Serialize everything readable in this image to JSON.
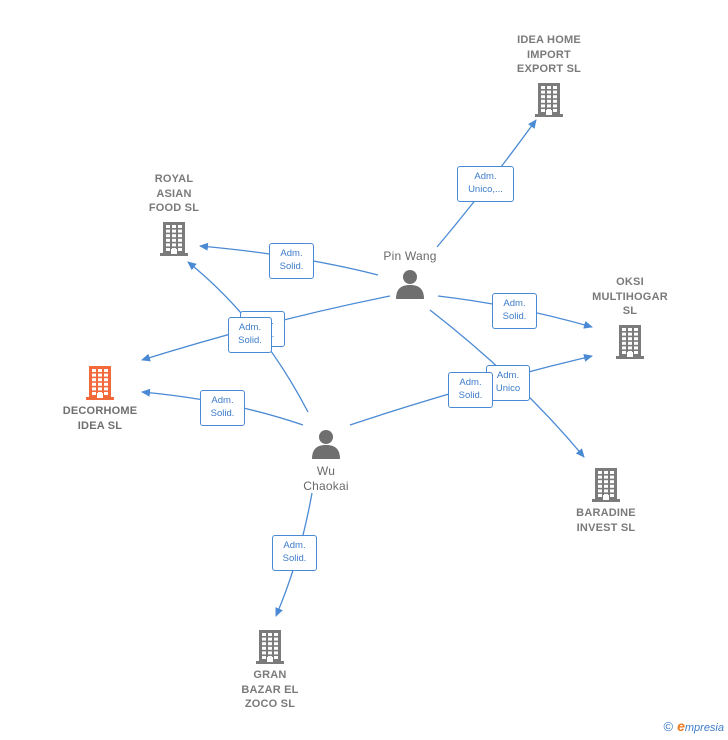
{
  "nodes": [
    {
      "id": "idea_home",
      "type": "company",
      "label": "IDEA HOME\nIMPORT\nEXPORT  SL"
    },
    {
      "id": "royal",
      "type": "company",
      "label": "ROYAL\nASIAN\nFOOD  SL"
    },
    {
      "id": "oksi",
      "type": "company",
      "label": "OKSI\nMULTIHOGAR\nSL"
    },
    {
      "id": "decorhome",
      "type": "company",
      "label": "DECORHOME\nIDEA  SL",
      "highlight": true
    },
    {
      "id": "baradine",
      "type": "company",
      "label": "BARADINE\nINVEST  SL"
    },
    {
      "id": "gran_bazar",
      "type": "company",
      "label": "GRAN\nBAZAR EL\nZOCO  SL"
    },
    {
      "id": "pin_wang",
      "type": "person",
      "label": "Pin Wang"
    },
    {
      "id": "wu_chaokai",
      "type": "person",
      "label": "Wu\nChaokai"
    }
  ],
  "edges": [
    {
      "from": "pin_wang",
      "to": "idea_home",
      "label": "Adm.\nUnico,..."
    },
    {
      "from": "pin_wang",
      "to": "royal",
      "label": "Adm.\nSolid."
    },
    {
      "from": "pin_wang",
      "to": "decorhome",
      "label": "Adm.\nSolid."
    },
    {
      "from": "pin_wang",
      "to": "oksi",
      "label": "Adm.\nSolid."
    },
    {
      "from": "pin_wang",
      "to": "baradine",
      "label": "Adm.\nUnico"
    },
    {
      "from": "wu_chaokai",
      "to": "royal",
      "label": "Adm.\nSolid."
    },
    {
      "from": "wu_chaokai",
      "to": "decorhome",
      "label": "Adm.\nSolid."
    },
    {
      "from": "wu_chaokai",
      "to": "oksi",
      "label": "Adm.\nSolid."
    },
    {
      "from": "wu_chaokai",
      "to": "gran_bazar",
      "label": "Adm.\nSolid."
    }
  ],
  "colors": {
    "edge": "#4a8ad4",
    "company": "#7b7b7b",
    "highlight": "#f26a3c",
    "person": "#6f6f6f"
  },
  "footer": {
    "copyright": "©",
    "brand_initial": "e",
    "brand_rest": "mpresia"
  }
}
